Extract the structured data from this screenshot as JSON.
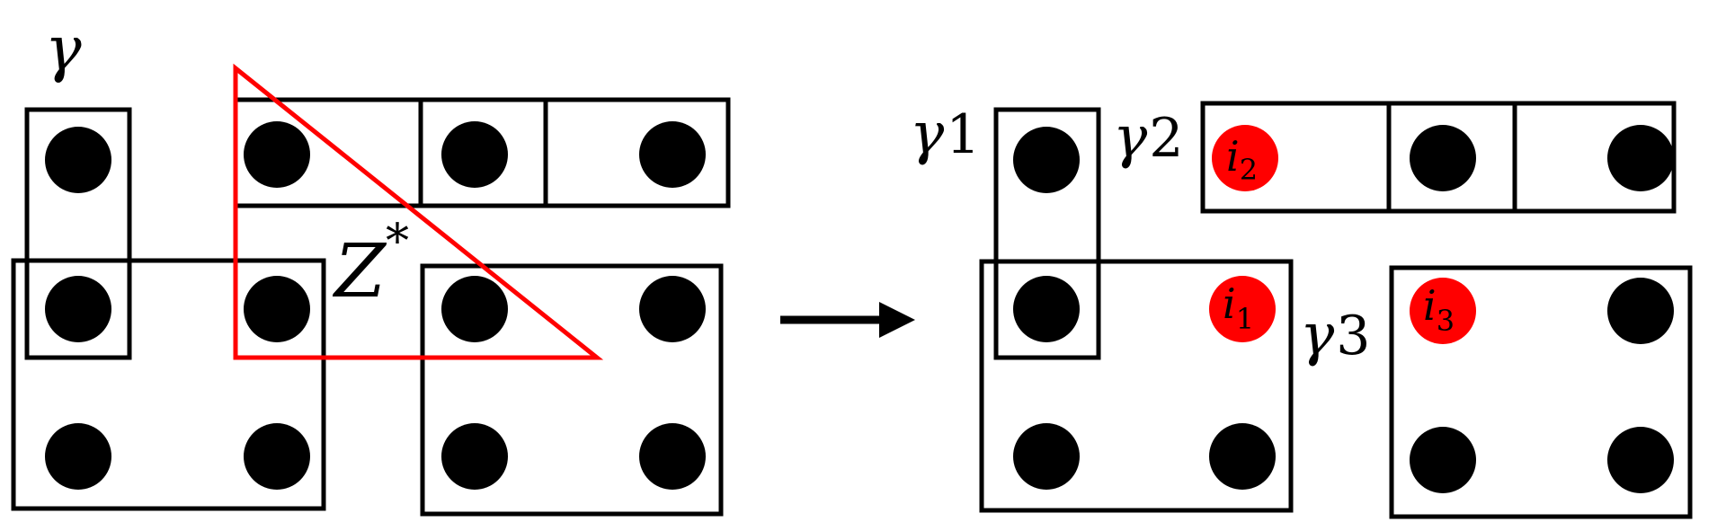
{
  "colors": {
    "stroke": "#000000",
    "dot": "#000000",
    "highlight": "#ff0000",
    "triangle": "#ff0000",
    "background": "#ffffff"
  },
  "left": {
    "gamma_label": "γ",
    "z_label": "Z",
    "z_superscript": "*"
  },
  "arrow": {
    "icon": "right-arrow-icon"
  },
  "right": {
    "gamma1": {
      "base": "γ",
      "sub": "1"
    },
    "gamma2": {
      "base": "γ",
      "sub": "2"
    },
    "gamma3": {
      "base": "γ",
      "sub": "3"
    },
    "i1": {
      "base": "i",
      "sub": "1"
    },
    "i2": {
      "base": "i",
      "sub": "2"
    },
    "i3": {
      "base": "i",
      "sub": "3"
    }
  }
}
